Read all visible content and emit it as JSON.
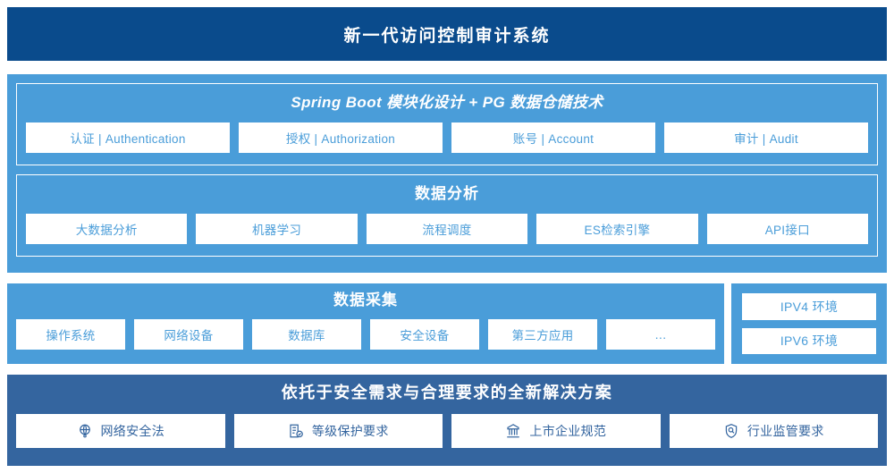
{
  "header": {
    "title": "新一代访问控制审计系统"
  },
  "colors": {
    "header_bg": "#0a4b8c",
    "panel_light": "#4a9dd9",
    "panel_dark": "#34659f",
    "chip_bg": "#ffffff",
    "chip_text_light": "#4a9dd9",
    "chip_text_dark": "#34659f"
  },
  "stack_top": {
    "springboot": {
      "title": "Spring Boot 模块化设计 + PG 数据仓储技术",
      "chips": [
        {
          "label": "认证 | Authentication"
        },
        {
          "label": "授权 | Authorization"
        },
        {
          "label": "账号 | Account"
        },
        {
          "label": "审计 | Audit"
        }
      ]
    },
    "analysis": {
      "title": "数据分析",
      "chips": [
        {
          "label": "大数据分析"
        },
        {
          "label": "机器学习"
        },
        {
          "label": "流程调度"
        },
        {
          "label": "ES检索引擎"
        },
        {
          "label": "API接口"
        }
      ]
    }
  },
  "collect": {
    "title": "数据采集",
    "chips": [
      {
        "label": "操作系统"
      },
      {
        "label": "网络设备"
      },
      {
        "label": "数据库"
      },
      {
        "label": "安全设备"
      },
      {
        "label": "第三方应用"
      },
      {
        "label": "…"
      }
    ]
  },
  "ipv": {
    "chips": [
      {
        "label": "IPV4 环境"
      },
      {
        "label": "IPV6 环境"
      }
    ]
  },
  "bottom": {
    "title": "依托于安全需求与合理要求的全新解决方案",
    "chips": [
      {
        "label": "网络安全法",
        "icon": "globe-icon"
      },
      {
        "label": "等级保护要求",
        "icon": "document-check-icon"
      },
      {
        "label": "上市企业规范",
        "icon": "bank-building-icon"
      },
      {
        "label": "行业监管要求",
        "icon": "shield-search-icon"
      }
    ]
  }
}
